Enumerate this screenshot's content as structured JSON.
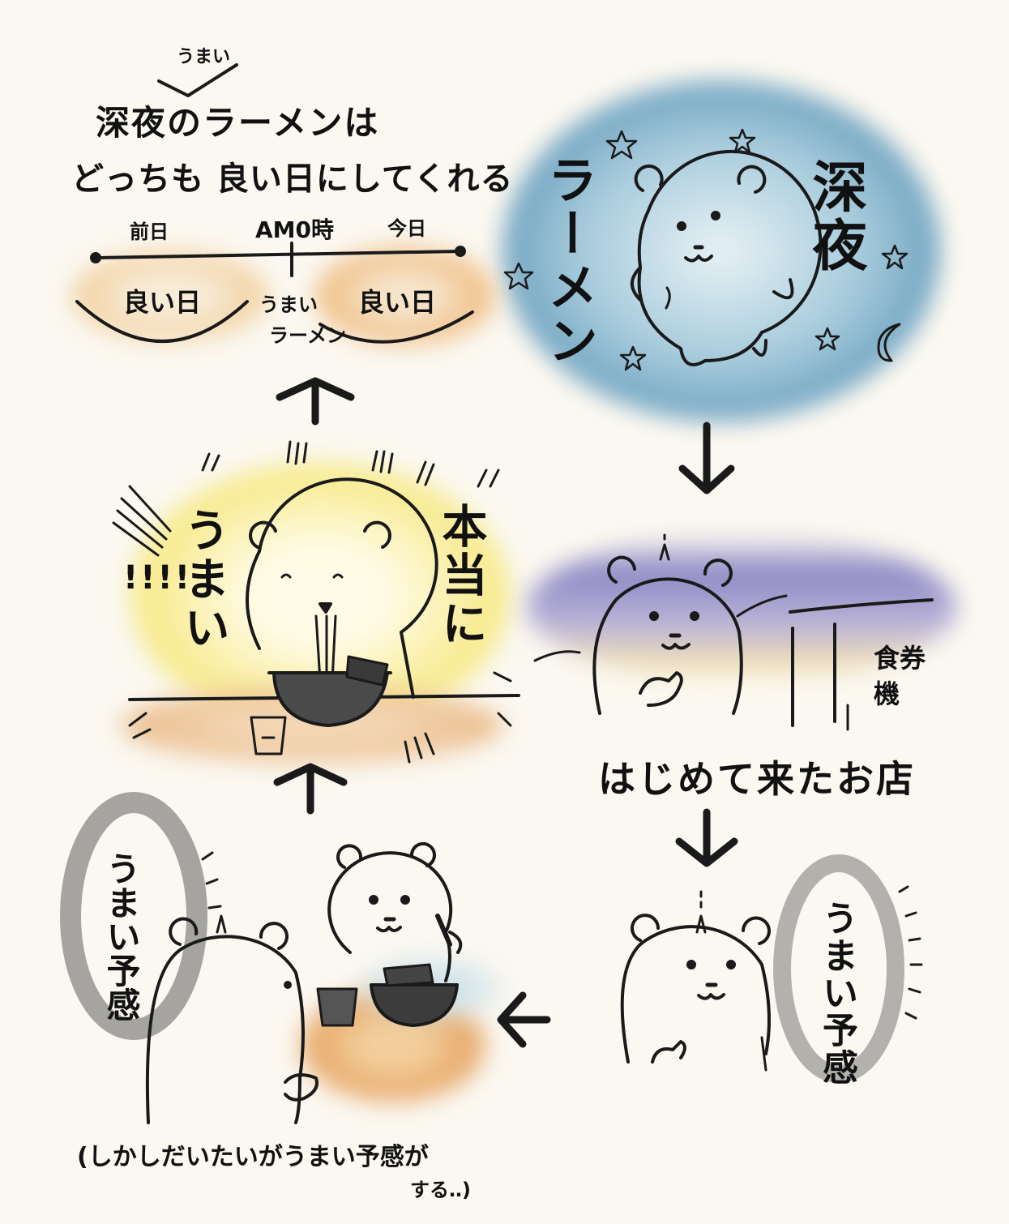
{
  "top_left": {
    "annotation": "うまい",
    "line1": "深夜のラーメンは",
    "line2": "どっちも 良い日にしてくれる",
    "timeline": {
      "label_prev": "前日",
      "label_mid": "AM0時",
      "label_today": "今日",
      "left_box": "良い日",
      "mid_line1": "うまい",
      "mid_line2": "ラーメン",
      "right_box": "良い日"
    }
  },
  "top_right": {
    "vertical_left": "ラーメン",
    "vertical_right": "深夜"
  },
  "mid_left": {
    "vertical_umai": "うまい",
    "exclaim": "!!!!",
    "vertical_hontou": "本当に"
  },
  "mid_right": {
    "vending": "食券機",
    "caption": "はじめて来たお店"
  },
  "bottom_left": {
    "bubble": "うまい予感",
    "note_line1": "(しかしだいたいがうまい予感が",
    "note_line2": "する‥)"
  },
  "bottom_right": {
    "bubble": "うまい予感"
  },
  "colors": {
    "ink": "#1a1a1a",
    "paper": "#fbf8f1",
    "night_blue": "#6fa3c3",
    "warm_orange": "#f0c58a",
    "lemon": "#f6e98a",
    "dusk_purple": "#8b86c2",
    "gray_wash": "#8a8a8a"
  }
}
